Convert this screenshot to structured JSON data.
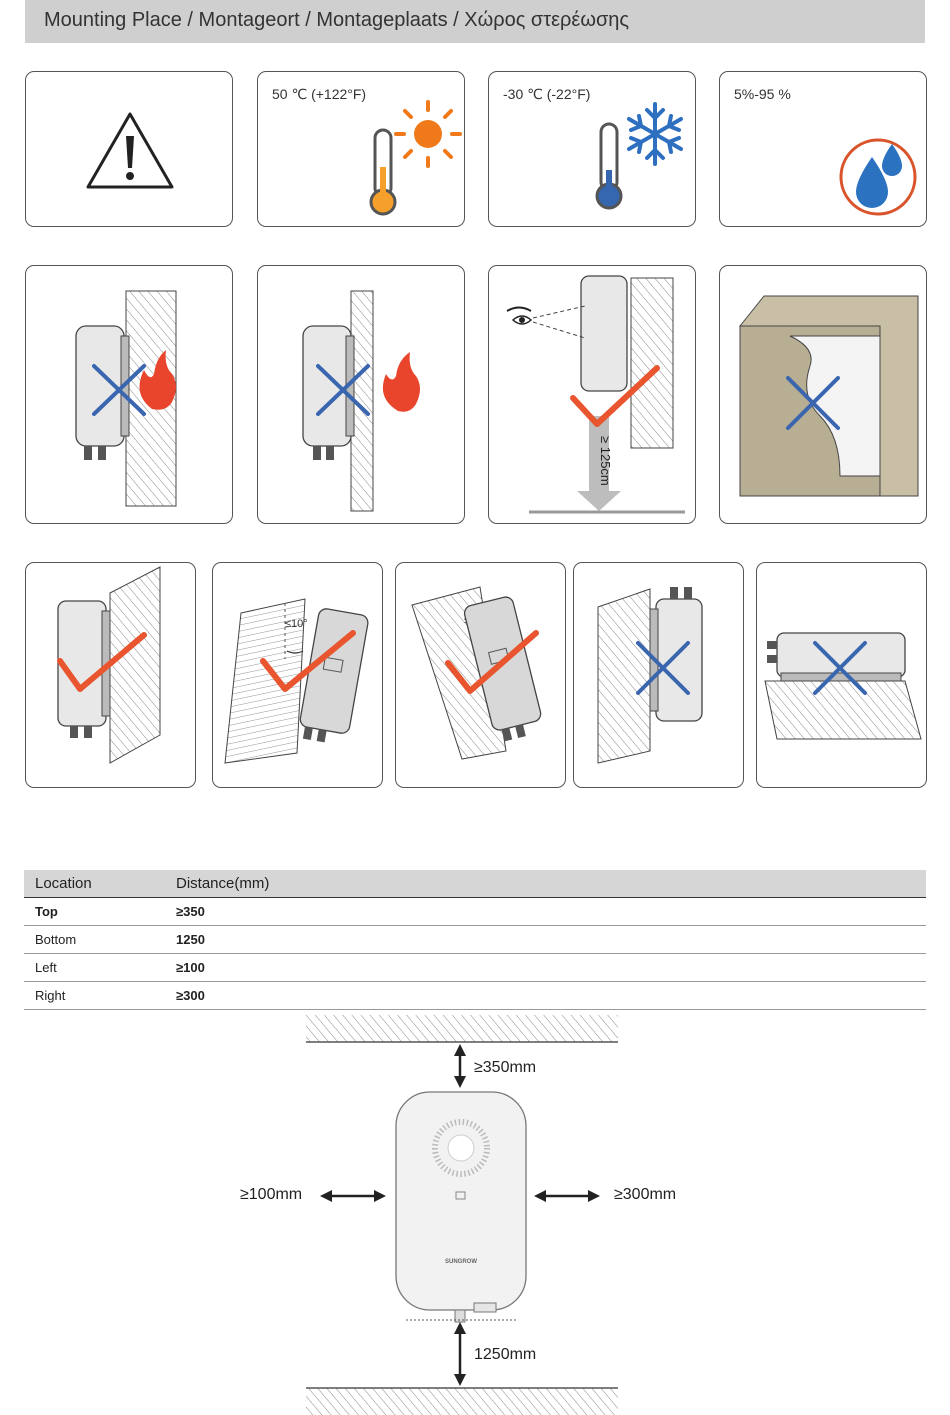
{
  "header": {
    "title": "Mounting Place / Montageort / Montageplaats / Χώρος στερέωσης"
  },
  "conditions": {
    "max_temp": "50 ℃ (+122°F)",
    "min_temp": "-30 ℃ (-22°F)",
    "humidity": "5%-95 %"
  },
  "height_note": "≥ 125cm",
  "tilt_label": "≤10°",
  "table": {
    "headers": [
      "Location",
      "Distance(mm)"
    ],
    "rows": [
      {
        "location": "Top",
        "distance": "≥350"
      },
      {
        "location": "Bottom",
        "distance": "1250"
      },
      {
        "location": "Left",
        "distance": "≥100"
      },
      {
        "location": "Right",
        "distance": "≥300"
      }
    ]
  },
  "clearance": {
    "top": "≥350mm",
    "bottom": "1250mm",
    "left": "≥100mm",
    "right": "≥300mm",
    "brand": "SUNGROW"
  },
  "colors": {
    "check": "#e8552e",
    "cross": "#3a66b0",
    "flame": "#e8452c",
    "sun": "#f07a1a",
    "snow": "#2e6fc0",
    "drop": "#2b72c0"
  }
}
